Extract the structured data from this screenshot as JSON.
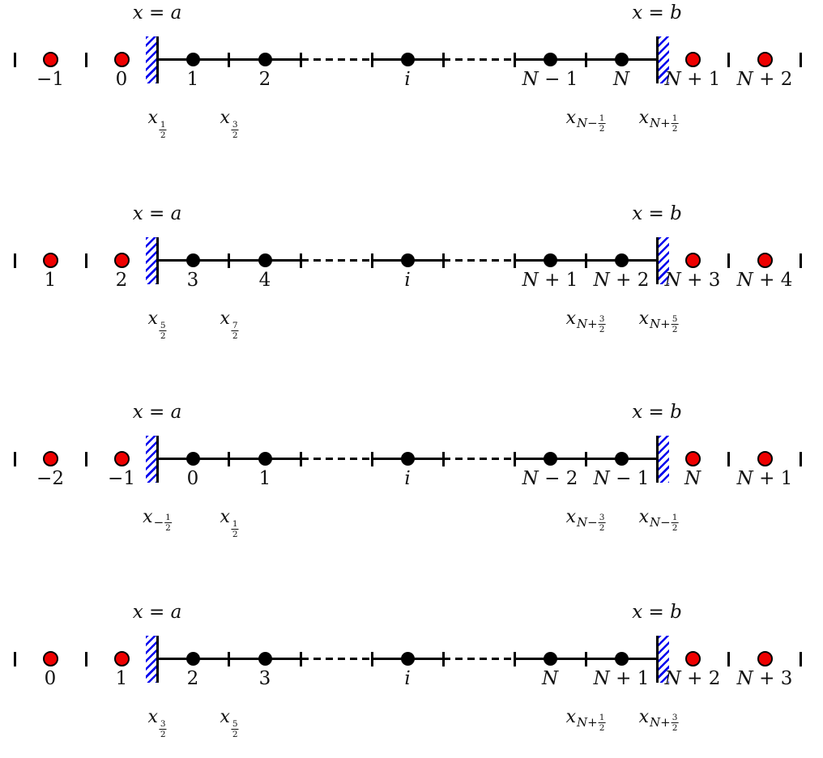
{
  "colors": {
    "ghost_node": "#ee0000",
    "interior_node": "#000000",
    "wall_hatch": "#0000ee",
    "axis": "#000000",
    "text": "#111111",
    "background": "#ffffff"
  },
  "boundary": {
    "left": "x = a",
    "right": "x = b"
  },
  "rows": [
    {
      "node_labels": [
        "−1",
        "0",
        "1",
        "2",
        "i",
        "N − 1",
        "N",
        "N + 1",
        "N + 2"
      ],
      "interface_labels": [
        "x_{1/2}",
        "x_{3/2}",
        "x_{N−1/2}",
        "x_{N+1/2}"
      ]
    },
    {
      "node_labels": [
        "1",
        "2",
        "3",
        "4",
        "i",
        "N + 1",
        "N + 2",
        "N + 3",
        "N + 4"
      ],
      "interface_labels": [
        "x_{5/2}",
        "x_{7/2}",
        "x_{N+3/2}",
        "x_{N+5/2}"
      ]
    },
    {
      "node_labels": [
        "−2",
        "−1",
        "0",
        "1",
        "i",
        "N − 2",
        "N − 1",
        "N",
        "N + 1"
      ],
      "interface_labels": [
        "x_{−1/2}",
        "x_{1/2}",
        "x_{N−3/2}",
        "x_{N−1/2}"
      ]
    },
    {
      "node_labels": [
        "0",
        "1",
        "2",
        "3",
        "i",
        "N",
        "N + 1",
        "N + 2",
        "N + 3"
      ],
      "interface_labels": [
        "x_{3/2}",
        "x_{5/2}",
        "x_{N+1/2}",
        "x_{N+3/2}"
      ]
    }
  ]
}
